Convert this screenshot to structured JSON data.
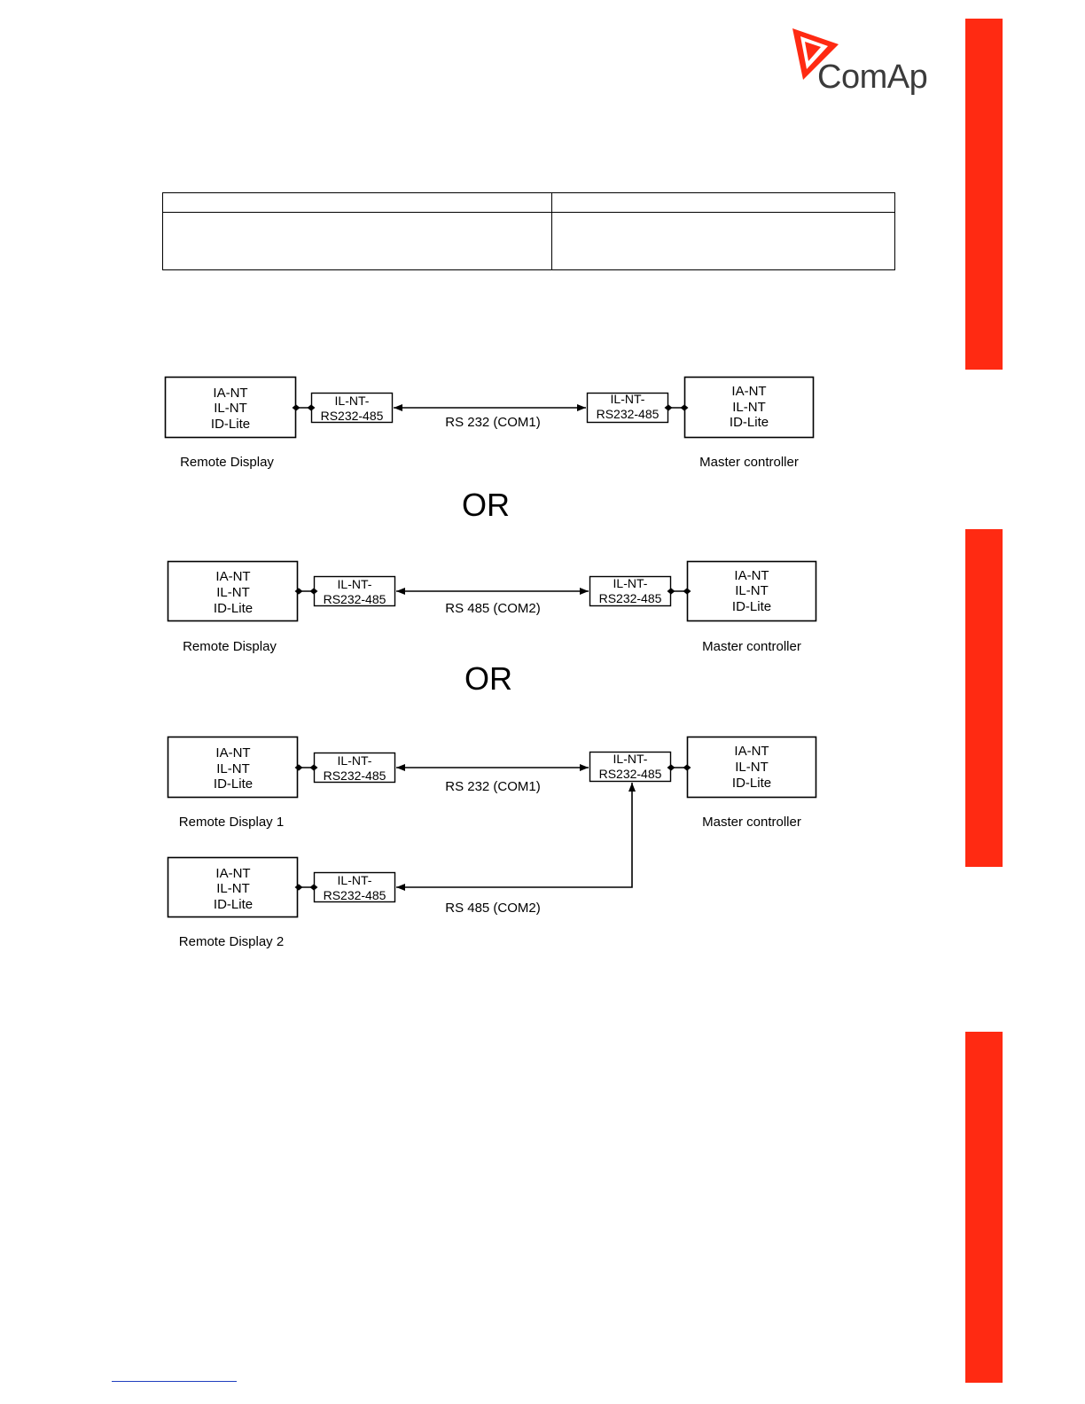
{
  "brand": {
    "name": "ComAp",
    "accent_color": "#ff2a12",
    "logo_icon": "comap-triangle-logo-icon"
  },
  "table": {
    "row1": [
      "",
      ""
    ],
    "row2": [
      "",
      ""
    ]
  },
  "diagram": {
    "controller_lines": [
      "IA-NT",
      "IL-NT",
      "ID-Lite"
    ],
    "converter_lines": [
      "IL-NT-",
      "RS232-485"
    ],
    "or_label": "OR",
    "section1": {
      "link": "RS 232 (COM1)",
      "left_caption": "Remote Display",
      "right_caption": "Master controller"
    },
    "section2": {
      "link": "RS 485 (COM2)",
      "left_caption": "Remote Display",
      "right_caption": "Master controller"
    },
    "section3": {
      "link_top": "RS 232 (COM1)",
      "link_bottom": "RS 485 (COM2)",
      "left_caption_1": "Remote Display 1",
      "left_caption_2": "Remote Display 2",
      "right_caption": "Master controller"
    }
  }
}
